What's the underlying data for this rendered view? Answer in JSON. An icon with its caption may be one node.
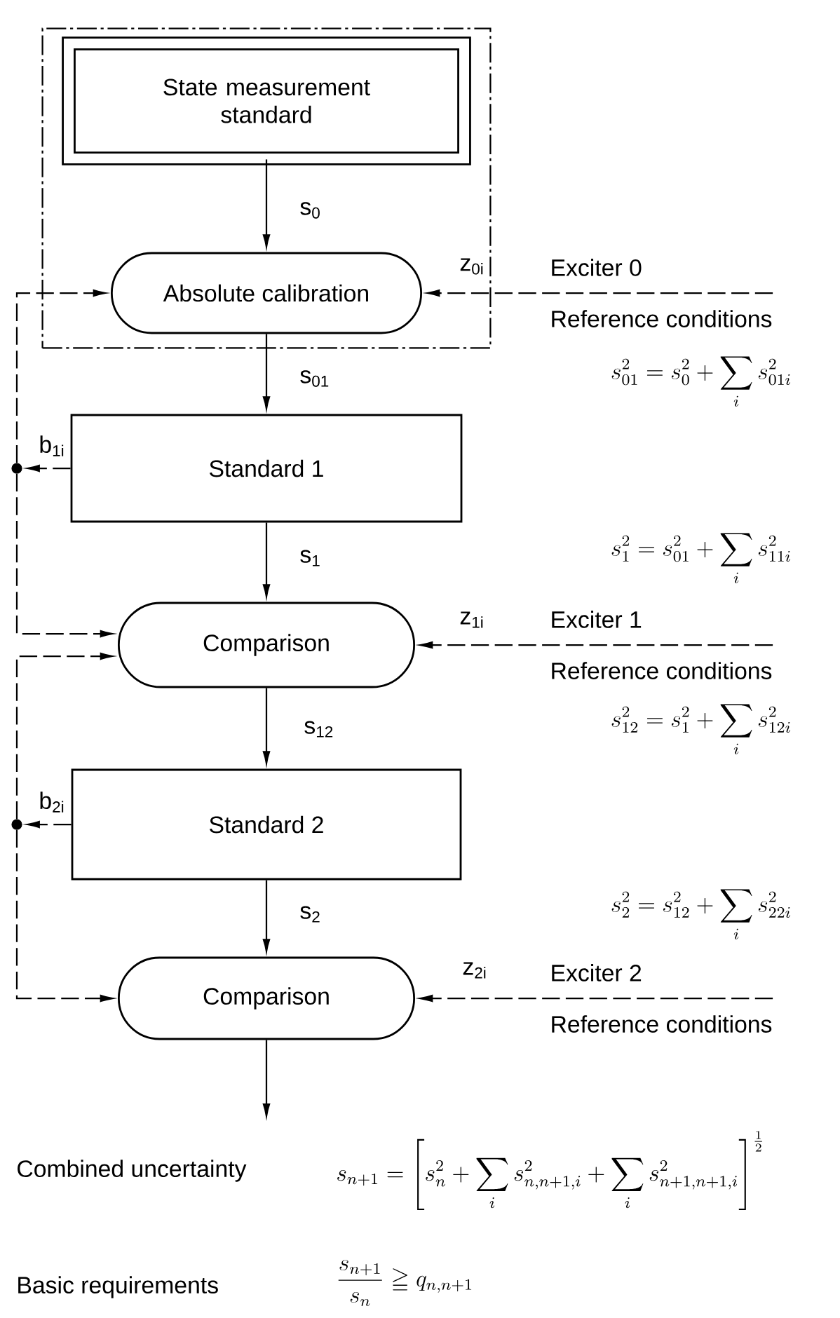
{
  "diagram": {
    "nodes": [
      {
        "text": [],
        "shape": "box"
      },
      {
        "text": [
          "State measurement standard"
        ],
        "in": 0
      },
      {
        "text": [
          "Absolute calibration"
        ],
        "in": 0
      },
      {
        "text": [
          "Standard 1"
        ]
      },
      {
        "text": [
          "Comparison"
        ]
      },
      {
        "text": [
          "Standard 2"
        ]
      },
      {
        "text": [
          "Comparison"
        ]
      },
      {
        "text": [
          "Exciter 0",
          "Reference conditions"
        ]
      },
      {
        "text": [
          "Exciter 1",
          "Reference conditions"
        ]
      },
      {
        "text": [
          "Exciter 2",
          "Reference conditions"
        ]
      },
      {
        "text": [],
        "shape": "circle"
      },
      {
        "text": [],
        "shape": "circle"
      }
    ],
    "edges": [
      {
        "from": 1,
        "to": 2,
        "arrow": "to",
        "label": "s$_{0}$"
      },
      {
        "from": 2,
        "to": 3,
        "arrow": "to",
        "label": "s$_{01}$"
      },
      {
        "from": 3,
        "to": 4,
        "arrow": "to",
        "label": "s$_{1}$"
      },
      {
        "from": 4,
        "to": 5,
        "arrow": "to",
        "label": "s$_{12}$"
      },
      {
        "from": 5,
        "to": 6,
        "arrow": "to",
        "label": "s$_{2}$"
      },
      {
        "from": 6,
        "to": null,
        "arrow": "to"
      },
      {
        "from": 7,
        "to": 2,
        "arrow": "to",
        "style": "dashed",
        "label": "z$_{0i}$"
      },
      {
        "from": 8,
        "to": 4,
        "arrow": "to",
        "style": "dashed",
        "label": "z$_{1i}$"
      },
      {
        "from": 9,
        "to": 6,
        "arrow": "to",
        "style": "dashed",
        "label": "z$_{2i}$"
      },
      {
        "from": 3,
        "to": 10,
        "arrow": "to",
        "style": "dashed",
        "label": "b$_{1i}$"
      },
      {
        "from": 10,
        "to": 2,
        "arrow": "to",
        "style": "dashed"
      },
      {
        "from": 10,
        "to": 4,
        "arrow": "to",
        "style": "dashed"
      },
      {
        "from": 5,
        "to": 11,
        "arrow": "to",
        "style": "dashed",
        "label": "b$_{2i}$"
      },
      {
        "from": 11,
        "to": 4,
        "arrow": "to",
        "style": "dashed"
      },
      {
        "from": 11,
        "to": 6,
        "arrow": "to",
        "style": "dashed"
      }
    ],
    "labels": [
      "s_{01}^2=s_0^2+\\sum_i s_{01i}^2",
      "s_1^2=s_{01}^2+\\sum_i s_{11i}^2",
      "s_{12}^2=s_1^2+\\sum_i s_{12i}^2",
      "s_2^2=s_{12}^2+\\sum_i s_{22i}^2",
      "Combined uncertainty",
      "s_{n+1}=\\left[s_n^2+\\sum_i s_{n,n+1,i}^2+\\sum_i s_{n+1,n+1,i}^2\\right]^{\\frac{1}{2}}",
      "Basic requirements",
      "\\frac{s_{n+1}}{s_n}\\geqq q_{n,n+1}"
    ]
  }
}
